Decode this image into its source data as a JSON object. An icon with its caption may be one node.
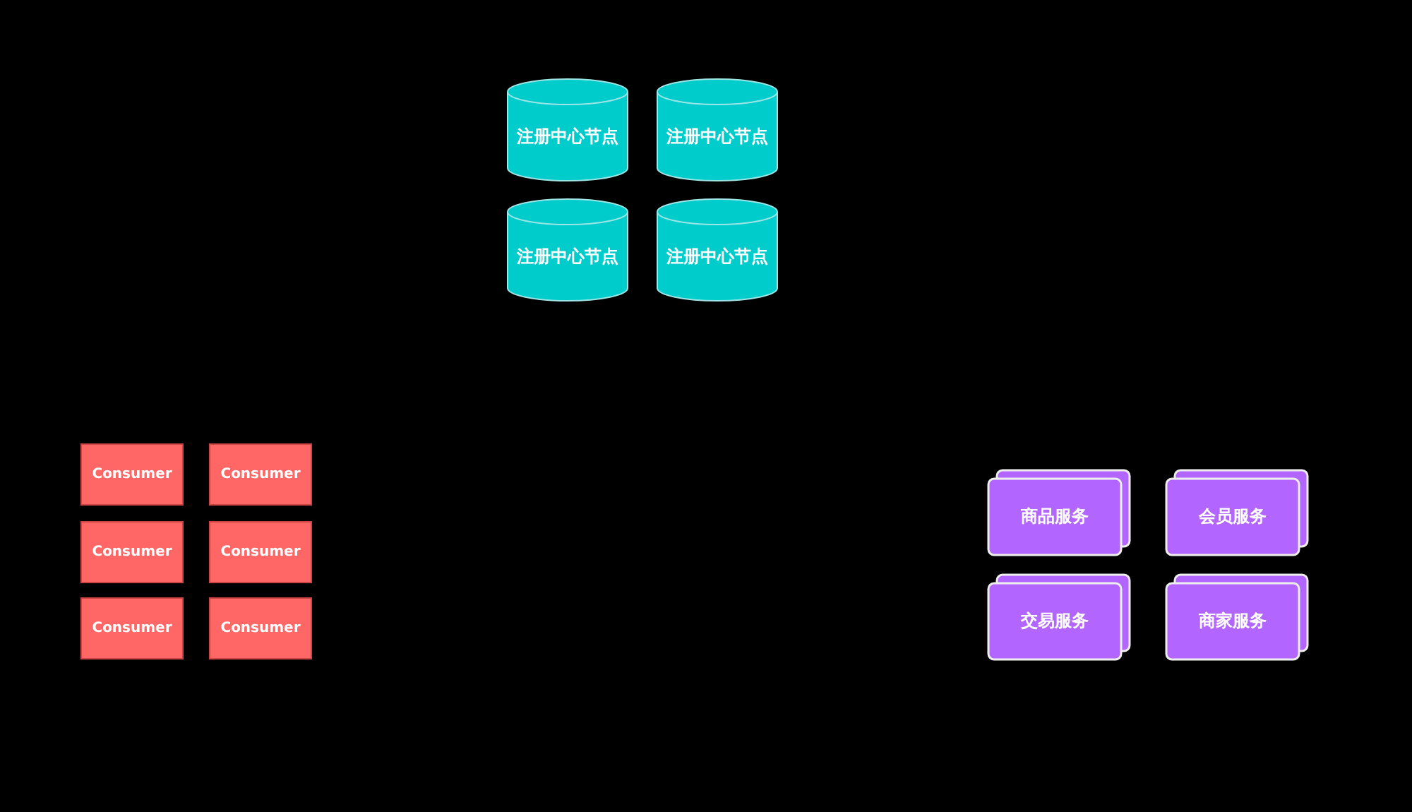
{
  "diagram": {
    "nodes": [
      {
        "text": [
          "注册中心节点"
        ]
      },
      {
        "text": [
          "注册中心节点"
        ]
      },
      {
        "text": [
          "注册中心节点"
        ]
      },
      {
        "text": [
          "注册中心节点"
        ]
      },
      {
        "text": [
          "Consumer"
        ]
      },
      {
        "text": [
          "Consumer"
        ]
      },
      {
        "text": [
          "Consumer"
        ]
      },
      {
        "text": [
          "Consumer"
        ]
      },
      {
        "text": [
          "Consumer"
        ]
      },
      {
        "text": [
          "Consumer"
        ]
      },
      {
        "text": [
          "商品服务"
        ]
      },
      {
        "text": [
          "会员服务"
        ]
      },
      {
        "text": [
          "交易服务"
        ]
      },
      {
        "text": [
          "商家服务"
        ]
      }
    ]
  }
}
